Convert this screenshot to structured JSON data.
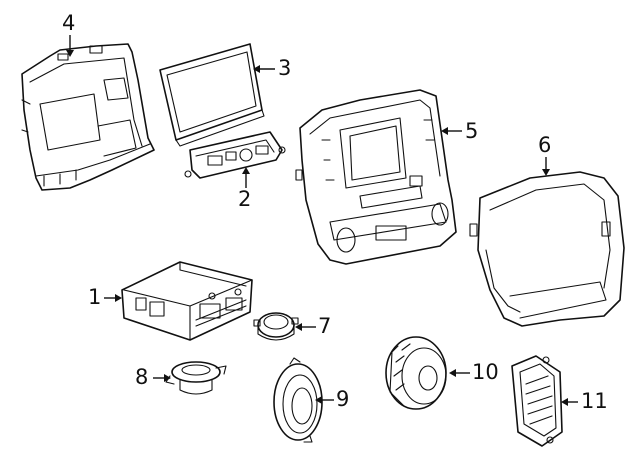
{
  "callouts": [
    {
      "id": "1",
      "text": "1"
    },
    {
      "id": "2",
      "text": "2"
    },
    {
      "id": "3",
      "text": "3"
    },
    {
      "id": "4",
      "text": "4"
    },
    {
      "id": "5",
      "text": "5"
    },
    {
      "id": "6",
      "text": "6"
    },
    {
      "id": "7",
      "text": "7"
    },
    {
      "id": "8",
      "text": "8"
    },
    {
      "id": "9",
      "text": "9"
    },
    {
      "id": "10",
      "text": "10"
    },
    {
      "id": "11",
      "text": "11"
    }
  ],
  "colors": {
    "line": "#111111",
    "background": "#ffffff"
  }
}
